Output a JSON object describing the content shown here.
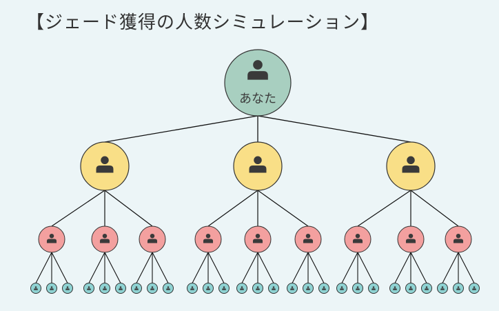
{
  "title": "【ジェード獲得の人数シミュレーション】",
  "root": {
    "label": "あなた",
    "color": "#a8cfc0"
  },
  "tree": {
    "level1_count": 3,
    "level2_per_parent": 3,
    "level3_per_parent": 3,
    "colors": {
      "level1": "#f9df87",
      "level2": "#f3a09f",
      "level3": "#8fd3d3",
      "outline": "#333333",
      "person_icon": "#3a3a3a",
      "line": "#111111"
    }
  }
}
